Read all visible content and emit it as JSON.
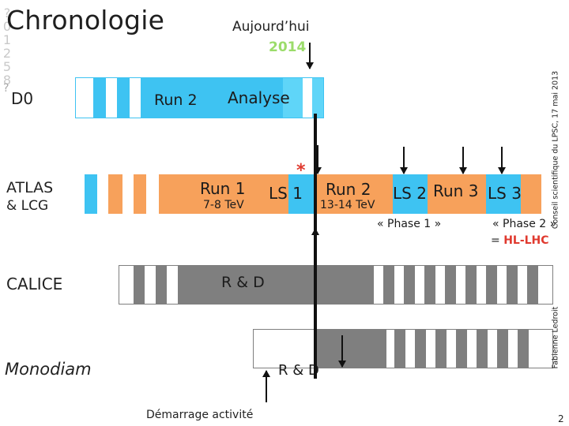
{
  "header": {
    "title": "Chronologie",
    "title_digits": [
      "?",
      "0",
      "1",
      "2",
      "5",
      "8"
    ],
    "today_label": "Aujourd’hui",
    "year": "2014",
    "year_color": "#9bdc6a"
  },
  "rows": {
    "d0": {
      "marker": "?",
      "label": "D0",
      "run_label": "Run 2",
      "analysis_label": "Analyse"
    },
    "atlas": {
      "label_line1": "ATLAS",
      "label_line2": "& LCG",
      "run1_label": "Run 1",
      "run1_energy": "7-8 TeV",
      "asterisk": "*",
      "ls1_label": "LS 1",
      "run2_label": "Run 2",
      "run2_energy": "13-14 TeV",
      "ls2_label": "LS 2",
      "run3_label": "Run 3",
      "ls3_label": "LS 3",
      "phase1_label": "« Phase 1 »",
      "phase2_line1": "« Phase 2 »",
      "phase2_line2_prefix": "= ",
      "phase2_line2_hl": "HL-LHC"
    },
    "calice": {
      "label": "CALICE",
      "rd_label": "R & D"
    },
    "monodiam": {
      "label": "Monodiam",
      "rd_label": "R & D"
    }
  },
  "footer": {
    "start_label": "Démarrage activité",
    "page_number": "2"
  },
  "sidebar": {
    "conference": "Conseil scientifique du LPSC, 17 mai 2013",
    "author": "Fabienne Ledroit"
  },
  "colors": {
    "cyan": "#3ec3f2",
    "orange": "#f7a15b",
    "grey": "#7f7f7f",
    "highlight_red": "#e03a2f"
  }
}
